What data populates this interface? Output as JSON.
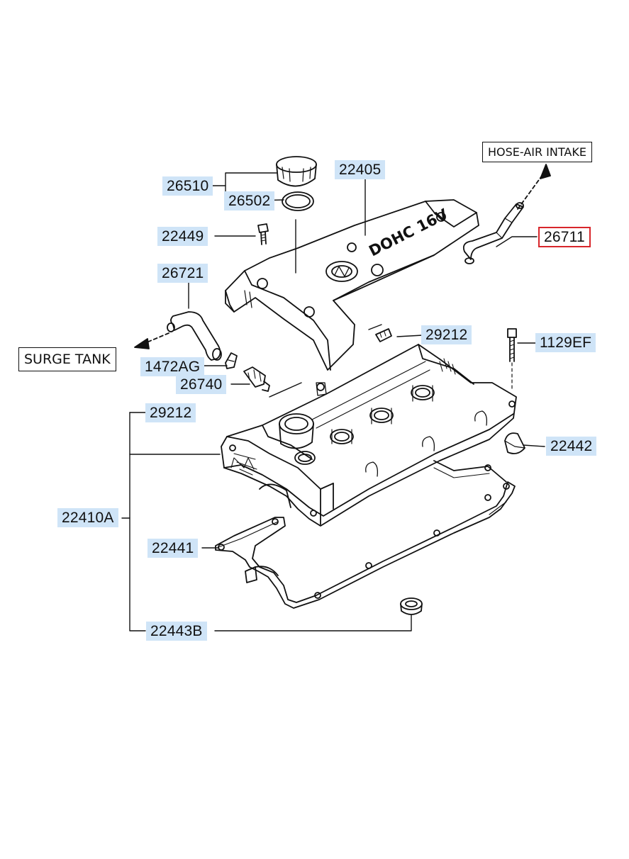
{
  "diagram": {
    "accent": "#cfe4f7",
    "highlight": "#d8262b",
    "callouts": {
      "hose_air_intake": "HOSE-AIR INTAKE",
      "surge_tank": "SURGE TANK"
    },
    "cover_text": "DOHC 16V",
    "parts": [
      {
        "id": "26510",
        "label": "26510",
        "selected": false
      },
      {
        "id": "26502",
        "label": "26502",
        "selected": false
      },
      {
        "id": "22405",
        "label": "22405",
        "selected": false
      },
      {
        "id": "22449",
        "label": "22449",
        "selected": false
      },
      {
        "id": "26721",
        "label": "26721",
        "selected": false
      },
      {
        "id": "26711",
        "label": "26711",
        "selected": true
      },
      {
        "id": "29212-a",
        "label": "29212",
        "selected": false
      },
      {
        "id": "1129EF",
        "label": "1129EF",
        "selected": false
      },
      {
        "id": "1472AG",
        "label": "1472AG",
        "selected": false
      },
      {
        "id": "26740",
        "label": "26740",
        "selected": false
      },
      {
        "id": "29212-b",
        "label": "29212",
        "selected": false
      },
      {
        "id": "22442",
        "label": "22442",
        "selected": false
      },
      {
        "id": "22410A",
        "label": "22410A",
        "selected": false
      },
      {
        "id": "22441",
        "label": "22441",
        "selected": false
      },
      {
        "id": "22443B",
        "label": "22443B",
        "selected": false
      }
    ]
  }
}
